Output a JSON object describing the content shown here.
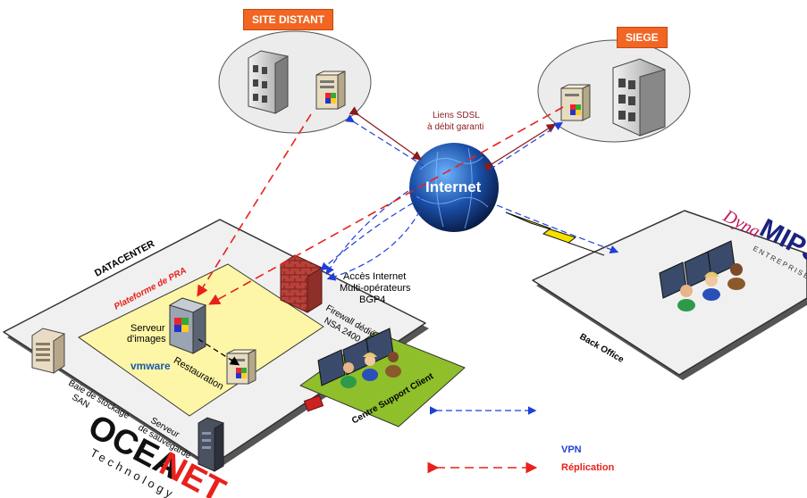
{
  "tags": {
    "site_distant": "SITE DISTANT",
    "siege": "SIEGE"
  },
  "links": {
    "line1": "Liens SDSL",
    "line2": "à débit garanti"
  },
  "internet": "Internet",
  "datacenter": {
    "title": "DATACENTER",
    "pra": "Plateforme de PRA",
    "server_images": [
      "Serveur",
      "d'images"
    ],
    "restauration": "Restauration",
    "vmware": "vmware",
    "san": [
      "Baie de stockage",
      "SAN"
    ],
    "backup": [
      "Serveur",
      "de sauvegarde"
    ],
    "firewall": [
      "Firewall dédié",
      "NSA 2400"
    ],
    "access": [
      "Accès Internet",
      "Multi-opérateurs",
      "BGP4"
    ],
    "support": "Centre Support Client"
  },
  "back_office": "Back Office",
  "logos": {
    "dyna": "Dyna",
    "mips": "MIPS",
    "entreprise": "ENTREPRISE",
    "ocea": "OCEANET",
    "tech": "Technology"
  },
  "legend": {
    "vpn": "VPN",
    "replication": "Réplication"
  },
  "colors": {
    "vpn": "#1f3fd6",
    "replication": "#e8211c",
    "sdsl": "#8b1a1a",
    "tag": "#f26522",
    "pra_zone": "#fdf6a6",
    "support_zone": "#8fbf2a"
  }
}
